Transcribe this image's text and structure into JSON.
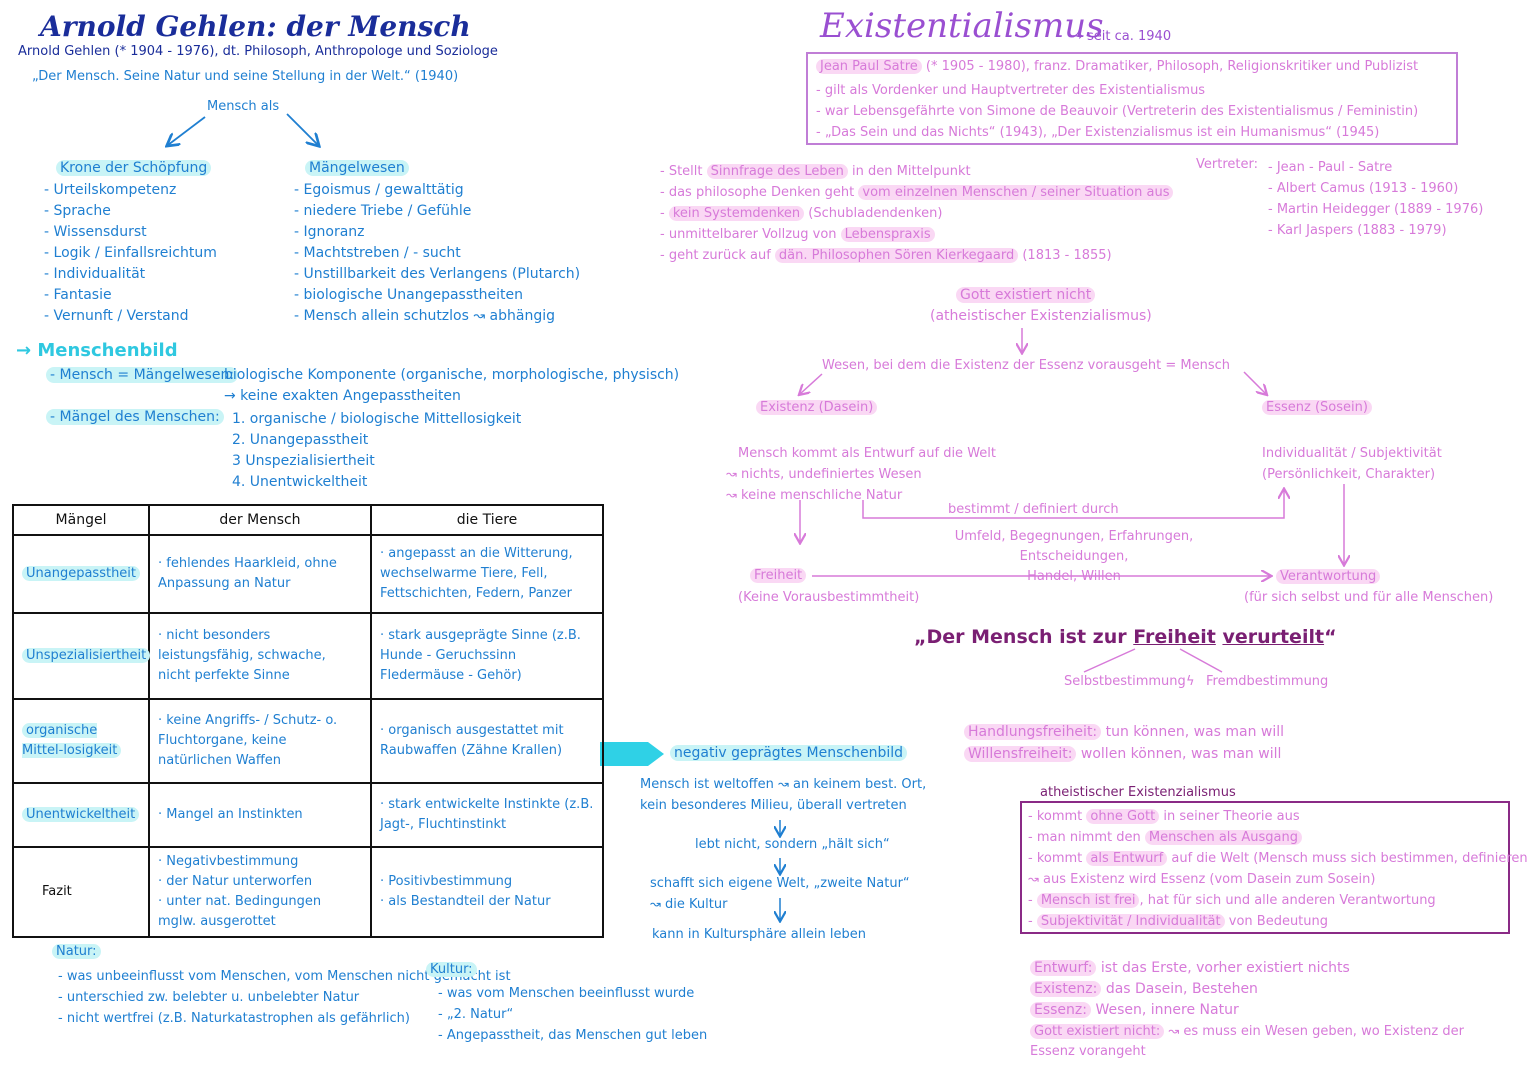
{
  "gehlen": {
    "title": "Arnold Gehlen: der Mensch",
    "subtitle": "Arnold Gehlen (* 1904 - 1976), dt. Philosoph, Anthropologe und Soziologe",
    "work": "„Der Mensch. Seine Natur und seine Stellung in der Welt.“ (1940)",
    "mensch_als": "Mensch als",
    "krone": {
      "title": "Krone der Schöpfung",
      "items": [
        "Urteilskompetenz",
        "Sprache",
        "Wissensdurst",
        "Logik / Einfallsreichtum",
        "Individualität",
        "Fantasie",
        "Vernunft / Verstand"
      ]
    },
    "mangelwesen": {
      "title": "Mängelwesen",
      "items": [
        "Egoismus / gewalttätig",
        "niedere Triebe / Gefühle",
        "Ignoranz",
        "Machtstreben / - sucht",
        "Unstillbarkeit des Verlangens (Plutarch)",
        "biologische Unangepasstheiten",
        "Mensch allein schutzlos ↝ abhängig"
      ]
    },
    "menschenbild": {
      "title": "→ Menschenbild",
      "row1_label": "- Mensch = Mängelwesen:",
      "row1_text": "biologische Komponente (organische, morphologische, physisch)",
      "row1_sub": "→ keine exakten Angepasstheiten",
      "row2_label": "- Mängel des Menschen:",
      "row2_items": [
        "1. organische / biologische Mittellosigkeit",
        "2. Unangepasstheit",
        "3 Unspezialisiertheit",
        "4. Unentwickeltheit"
      ]
    },
    "table": {
      "headers": [
        "Mängel",
        "der Mensch",
        "die Tiere"
      ],
      "rows": [
        {
          "label": "Unangepasstheit",
          "mensch": "· fehlendes Haarkleid, ohne Anpassung an Natur",
          "tiere": "· angepasst an die Witterung, wechselwarme Tiere, Fell, Fettschichten, Federn, Panzer"
        },
        {
          "label": "Unspezialisiertheit",
          "mensch": "· nicht besonders leistungsfähig, schwache, nicht perfekte Sinne",
          "tiere": "· stark ausgeprägte Sinne (z.B. Hunde - Geruchssinn Fledermäuse - Gehör)"
        },
        {
          "label": "organische Mittel-losigkeit",
          "mensch": "· keine Angriffs- / Schutz- o. Fluchtorgane, keine natürlichen Waffen",
          "tiere": "· organisch ausgestattet mit Raubwaffen (Zähne Krallen)"
        },
        {
          "label": "Unentwickeltheit",
          "mensch": "· Mangel an Instinkten",
          "tiere": "· stark entwickelte Instinkte (z.B. Jagt-, Fluchtinstinkt"
        },
        {
          "label": "Fazit",
          "mensch": "· Negativbestimmung\n· der Natur unterworfen\n· unter nat. Bedingungen mglw. ausgerottet",
          "tiere": "· Positivbestimmung\n· als Bestandteil der Natur"
        }
      ]
    },
    "negativ": {
      "title": "negativ geprägtes Menschenbild",
      "line1": "Mensch ist weltoffen ↝ an keinem best. Ort,",
      "line2": "kein besonderes Milieu, überall vertreten",
      "step2": "lebt nicht, sondern „hält sich“",
      "step3a": "schafft sich eigene Welt, „zweite Natur“",
      "step3b": "↝ die Kultur",
      "step4": "kann in Kultursphäre allein leben"
    },
    "natur": {
      "title": "Natur:",
      "items": [
        "was unbeeinflusst vom Menschen, vom Menschen nicht gemacht ist",
        "unterschied zw. belebter u. unbelebter Natur",
        "nicht wertfrei (z.B. Naturkatastrophen als gefährlich)"
      ]
    },
    "kultur": {
      "title": "Kultur:",
      "items": [
        "was vom Menschen beeinflusst wurde",
        "„2. Natur“",
        "Angepasstheit, das Menschen gut leben"
      ]
    }
  },
  "existenz": {
    "title": "Existentialismus",
    "since": "→ seit ca. 1940",
    "sartre_name": "Jean Paul Satre",
    "sartre_rest": "(* 1905 - 1980), franz. Dramatiker, Philosoph, Religionskritiker und Publizist",
    "sartre_items": [
      "gilt als Vordenker und Hauptvertreter des Existentialismus",
      "war Lebensgefährte von Simone de Beauvoir (Vertreterin des Existentialismus / Feministin)",
      "„Das Sein und das Nichts“ (1943), „Der Existenzialismus ist ein Humanismus“ (1945)"
    ],
    "features": [
      {
        "pre": "Stellt ",
        "hl": "Sinnfrage des Leben",
        "post": " in den Mittelpunkt"
      },
      {
        "pre": "das philosophe Denken geht ",
        "hl": "vom einzelnen Menschen / seiner Situation aus",
        "post": ""
      },
      {
        "pre": "",
        "hl": "kein Systemdenken",
        "post": " (Schubladendenken)"
      },
      {
        "pre": "unmittelbarer Vollzug von ",
        "hl": "Lebenspraxis",
        "post": ""
      },
      {
        "pre": "geht zurück auf ",
        "hl": "dän. Philosophen Sören Kierkegaard",
        "post": " (1813 - 1855)"
      }
    ],
    "vertreter_label": "Vertreter:",
    "vertreter": [
      "Jean - Paul - Satre",
      "Albert Camus (1913 - 1960)",
      "Martin Heidegger (1889 - 1976)",
      "Karl Jaspers (1883 - 1979)"
    ],
    "gott": "Gott existiert nicht",
    "atheist": "(atheistischer Existenzialismus)",
    "wesen": "Wesen, bei dem die Existenz der Essenz vorausgeht = Mensch",
    "existenz_label": "Existenz (Dasein)",
    "essenz_label": "Essenz (Sosein)",
    "existenz_text": [
      "Mensch kommt als Entwurf auf die Welt",
      "↝ nichts, undefiniertes Wesen",
      "↝ keine menschliche Natur"
    ],
    "essenz_text": [
      "Individualität / Subjektivität",
      "(Persönlichkeit, Charakter)"
    ],
    "bestimmt": "bestimmt / definiert durch",
    "umfeld": [
      "Umfeld, Begegnungen, Erfahrungen, Entscheidungen,",
      "Handel, Willen"
    ],
    "freiheit": "Freiheit",
    "freiheit_sub": "(Keine Vorausbestimmtheit)",
    "verantwortung": "Verantwortung",
    "verantwortung_sub": "(für sich selbst und für alle Menschen)",
    "quote_pre": "„Der Mensch ist zur ",
    "quote_w1": "Freiheit",
    "quote_w2": "verurteilt",
    "quote_post": "“",
    "selbst": "Selbstbestimmung",
    "fremd": "Fremdbestimmung",
    "handlung_label": "Handlungsfreiheit:",
    "handlung_text": "tun können, was man will",
    "willens_label": "Willensfreiheit:",
    "willens_text": "wollen können, was man will",
    "atheist_title": "atheistischer Existenzialismus",
    "atheist_items": [
      {
        "pre": "- kommt ",
        "hl": "ohne Gott",
        "post": " in seiner Theorie aus"
      },
      {
        "pre": "- man nimmt den ",
        "hl": "Menschen als Ausgang",
        "post": ""
      },
      {
        "pre": "- kommt ",
        "hl": "als Entwurf",
        "post": " auf die Welt (Mensch muss sich bestimmen, definieren"
      },
      {
        "pre": "↝ aus Existenz wird Essenz (vom Dasein zum Sosein)",
        "hl": "",
        "post": ""
      },
      {
        "pre": "- ",
        "hl": "Mensch ist frei",
        "post": ", hat für sich und alle anderen Verantwortung"
      },
      {
        "pre": "- ",
        "hl": "Subjektivität / Individualität",
        "post": " von Bedeutung"
      }
    ],
    "defs": [
      {
        "label": "Entwurf:",
        "text": "ist das Erste, vorher existiert nichts"
      },
      {
        "label": "Existenz:",
        "text": "das Dasein, Bestehen"
      },
      {
        "label": "Essenz:",
        "text": "Wesen, innere Natur"
      },
      {
        "label": "Gott existiert nicht:",
        "text": "↝ es muss ein Wesen geben, wo Existenz der Essenz vorangeht"
      }
    ]
  }
}
